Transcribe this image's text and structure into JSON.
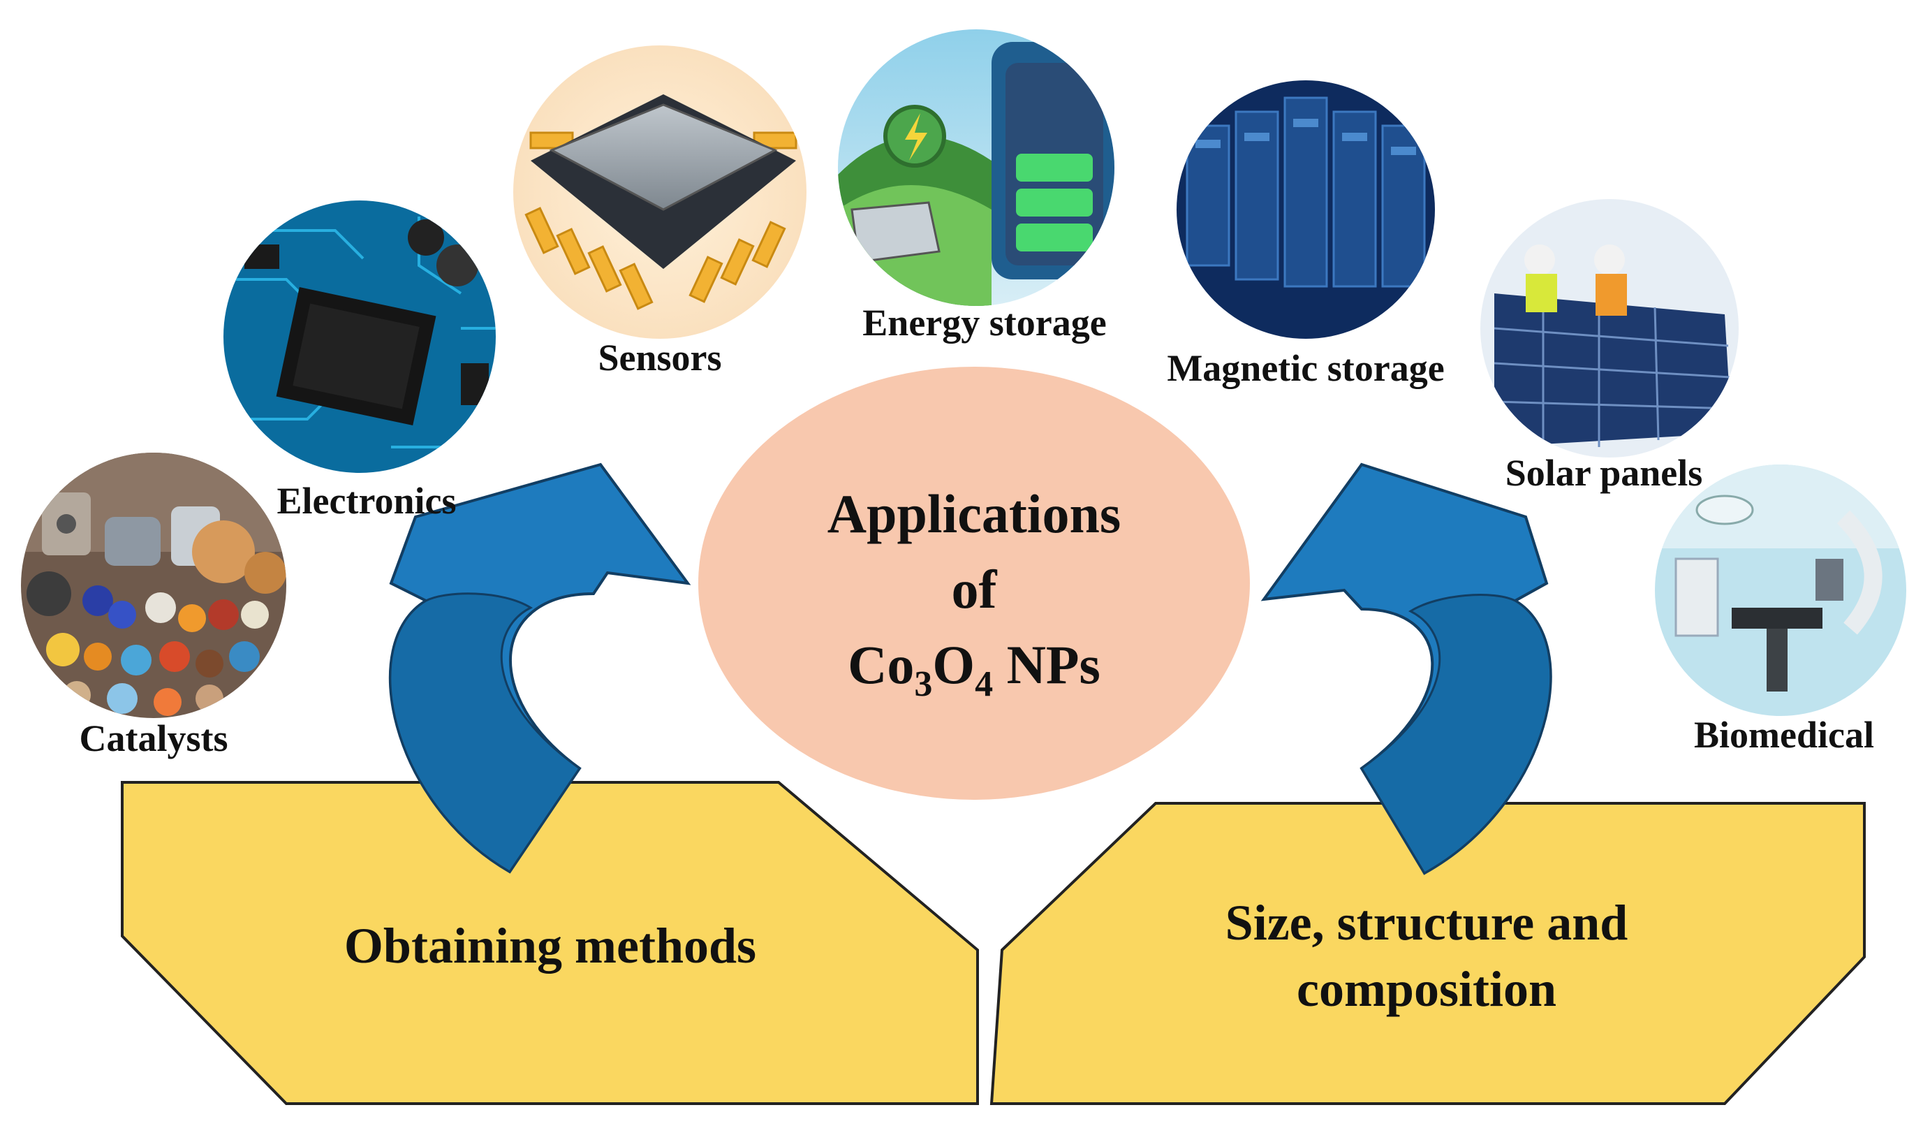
{
  "center": {
    "line1": "Applications",
    "line2": "of",
    "formula_co": "Co",
    "formula_sub1": "3",
    "formula_o": "O",
    "formula_sub2": "4",
    "formula_rest": " NPs"
  },
  "applications": {
    "catalysts": "Catalysts",
    "electronics": "Electronics",
    "sensors": "Sensors",
    "energy_storage": "Energy storage",
    "magnetic_storage": "Magnetic storage",
    "solar_panels": "Solar panels",
    "biomedical": "Biomedical"
  },
  "boxes": {
    "left": "Obtaining methods",
    "right_line1": "Size, structure and",
    "right_line2": "composition"
  },
  "colors": {
    "center_fill": "#F8C8AE",
    "box_fill": "#FAD760",
    "arrow_fill": "#1E7BBE",
    "arrow_dark": "#15608F"
  },
  "icons": [
    "catalyst-pellets-icon",
    "circuit-board-icon",
    "microchip-icon",
    "battery-energy-icon",
    "server-rack-icon",
    "solar-panel-icon",
    "operating-room-icon"
  ]
}
